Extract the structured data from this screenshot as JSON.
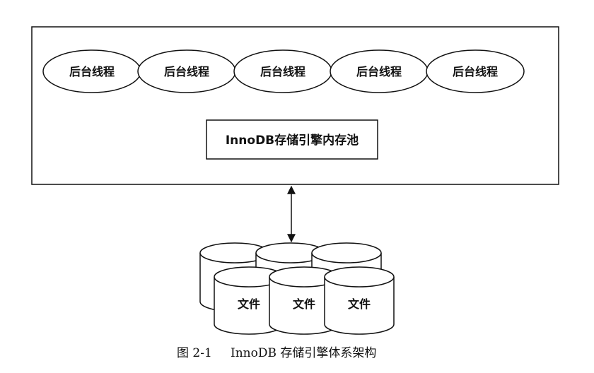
{
  "threads": [
    {
      "label": "后台线程"
    },
    {
      "label": "后台线程"
    },
    {
      "label": "后台线程"
    },
    {
      "label": "后台线程"
    },
    {
      "label": "后台线程"
    }
  ],
  "memory_pool": {
    "label": "InnoDB存储引擎内存池"
  },
  "files": [
    {
      "label": "文件"
    },
    {
      "label": "文件"
    },
    {
      "label": "文件"
    }
  ],
  "caption": {
    "number": "图 2-1",
    "title": "InnoDB 存储引擎体系架构"
  }
}
